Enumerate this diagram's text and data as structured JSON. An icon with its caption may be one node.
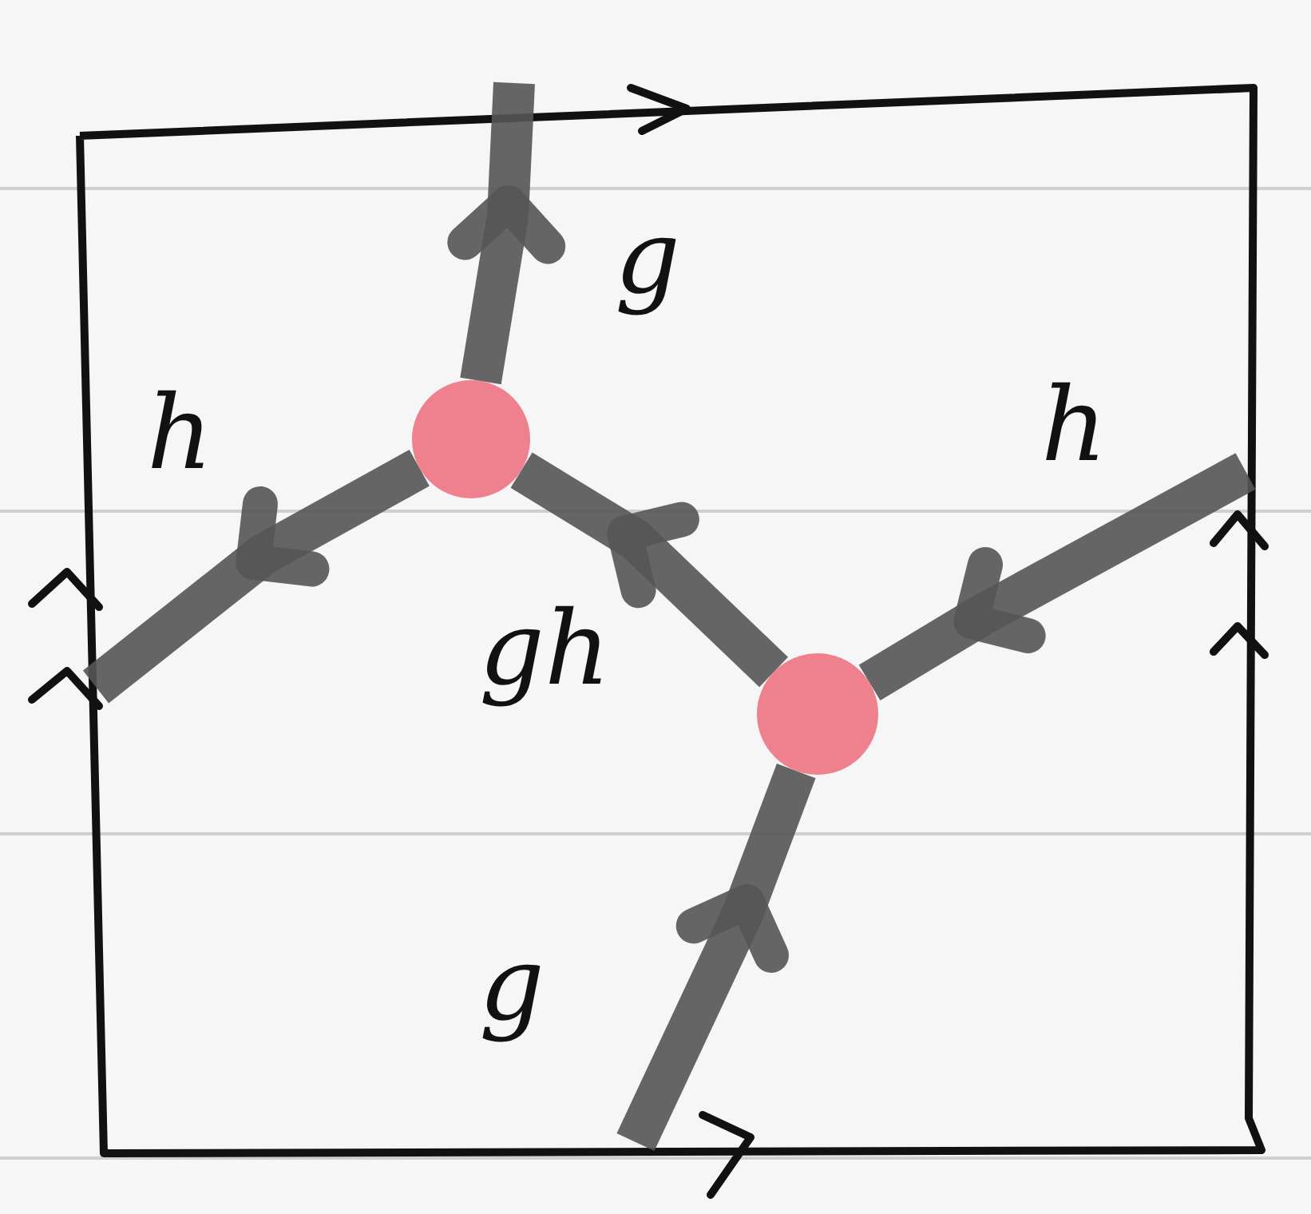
{
  "diagram": {
    "nodes": [
      {
        "text": [],
        "shape": "circle"
      },
      {
        "text": [],
        "shape": "circle"
      }
    ],
    "edges": [
      {
        "from": 0,
        "to": null,
        "arrow": "to",
        "label": "g"
      },
      {
        "from": 0,
        "to": null,
        "arrow": "to",
        "label": "h"
      },
      {
        "from": 1,
        "to": 0,
        "arrow": "to",
        "label": "gh"
      },
      {
        "from": null,
        "to": 1,
        "arrow": "to",
        "label": "h"
      },
      {
        "from": null,
        "to": 1,
        "arrow": "to",
        "label": "g"
      }
    ]
  }
}
